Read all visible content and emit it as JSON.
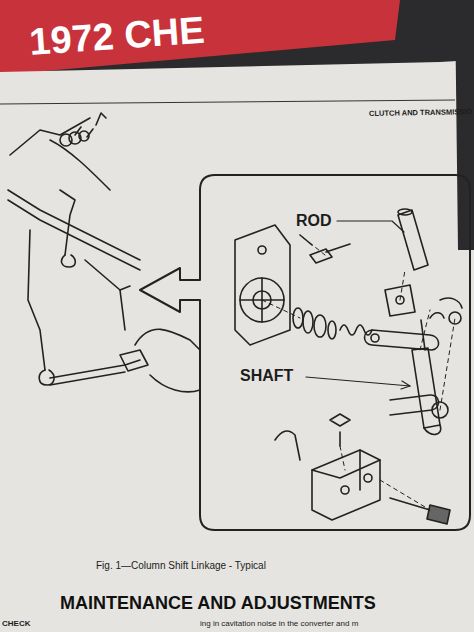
{
  "diagram": {
    "caption": "Fig. 1—Column Shift Linkage - Typical",
    "labels": [
      "1972 CHE",
      "CLUTCH AND TRANSMISSIO",
      "ROD",
      "SHAFT",
      "MAINTENANCE AND ADJUSTMENTS",
      "CHECK",
      "ing in cavitation noise in the converter and m"
    ]
  }
}
